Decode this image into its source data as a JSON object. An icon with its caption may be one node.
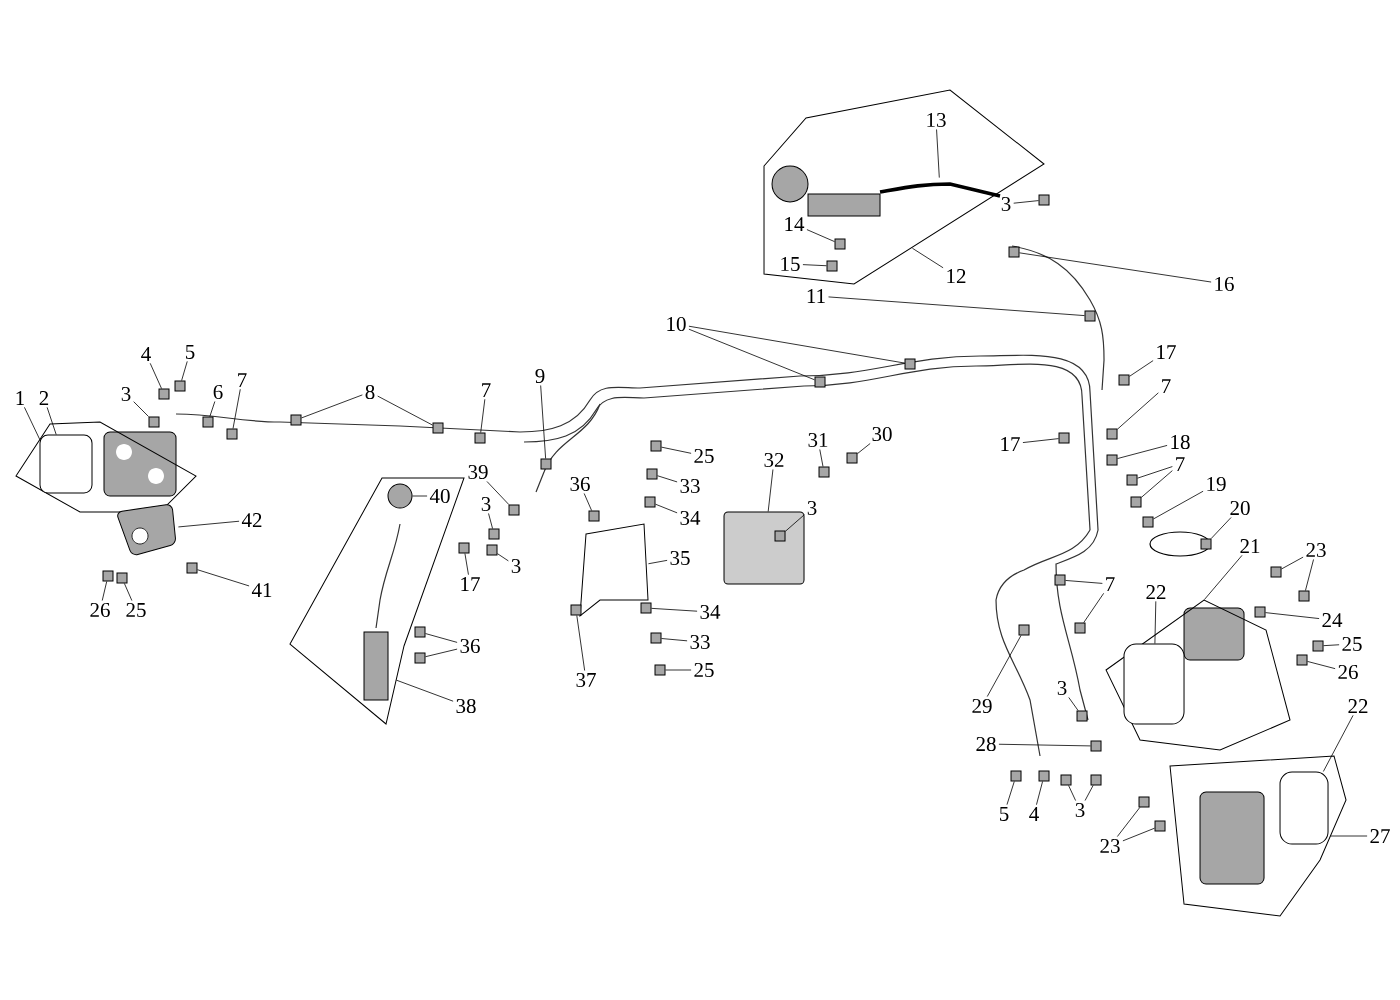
{
  "diagram": {
    "nodes": [
      {
        "text": [
          "1"
        ]
      },
      {
        "text": [
          "2"
        ]
      },
      {
        "text": [
          "3"
        ]
      },
      {
        "text": [
          "4"
        ]
      },
      {
        "text": [
          "5"
        ]
      },
      {
        "text": [
          "6"
        ]
      },
      {
        "text": [
          "7"
        ]
      },
      {
        "text": [
          "8"
        ]
      },
      {
        "text": [
          "7"
        ]
      },
      {
        "text": [
          "9"
        ]
      },
      {
        "text": [
          "10"
        ]
      },
      {
        "text": [
          "11"
        ]
      },
      {
        "text": [
          "12"
        ]
      },
      {
        "text": [
          "13"
        ],
        "in": 79
      },
      {
        "text": [
          "14"
        ],
        "in": 79
      },
      {
        "text": [
          "15"
        ],
        "in": 79
      },
      {
        "text": [
          "16"
        ]
      },
      {
        "text": [
          "3"
        ]
      },
      {
        "text": [
          "17"
        ]
      },
      {
        "text": [
          "7"
        ]
      },
      {
        "text": [
          "17"
        ]
      },
      {
        "text": [
          "18"
        ]
      },
      {
        "text": [
          "7"
        ]
      },
      {
        "text": [
          "19"
        ]
      },
      {
        "text": [
          "20"
        ]
      },
      {
        "text": [
          "21"
        ]
      },
      {
        "text": [
          "22"
        ]
      },
      {
        "text": [
          "23"
        ]
      },
      {
        "text": [
          "24"
        ]
      },
      {
        "text": [
          "25"
        ]
      },
      {
        "text": [
          "26"
        ]
      },
      {
        "text": [
          "22"
        ]
      },
      {
        "text": [
          "27"
        ]
      },
      {
        "text": [
          "23"
        ]
      },
      {
        "text": [
          "5"
        ]
      },
      {
        "text": [
          "4"
        ]
      },
      {
        "text": [
          "3"
        ]
      },
      {
        "text": [
          "28"
        ]
      },
      {
        "text": [
          "29"
        ]
      },
      {
        "text": [
          "3"
        ]
      },
      {
        "text": [
          "7"
        ]
      },
      {
        "text": [
          "30"
        ]
      },
      {
        "text": [
          "31"
        ]
      },
      {
        "text": [
          "32"
        ]
      },
      {
        "text": [
          "3"
        ]
      },
      {
        "text": [
          "25"
        ]
      },
      {
        "text": [
          "33"
        ]
      },
      {
        "text": [
          "34"
        ]
      },
      {
        "text": [
          "36"
        ]
      },
      {
        "text": [
          "35"
        ]
      },
      {
        "text": [
          "34"
        ]
      },
      {
        "text": [
          "33"
        ]
      },
      {
        "text": [
          "25"
        ]
      },
      {
        "text": [
          "37"
        ]
      },
      {
        "text": [
          "39"
        ]
      },
      {
        "text": [
          "3"
        ]
      },
      {
        "text": [
          "3"
        ]
      },
      {
        "text": [
          "17"
        ]
      },
      {
        "text": [
          "40"
        ],
        "in": 137
      },
      {
        "text": [
          "42"
        ]
      },
      {
        "text": [
          "41"
        ]
      },
      {
        "text": [
          "26"
        ]
      },
      {
        "text": [
          "25"
        ]
      },
      {
        "text": [
          "36"
        ]
      },
      {
        "text": [
          "38"
        ]
      },
      {
        "text": [],
        "shape": "polygon"
      },
      {
        "text": [],
        "shape": "box",
        "in": 65
      },
      {
        "text": [],
        "shape": "box"
      },
      {
        "text": [],
        "shape": "box"
      },
      {
        "text": [],
        "shape": "box"
      },
      {
        "text": [],
        "shape": "box"
      },
      {
        "text": [],
        "shape": "box"
      },
      {
        "text": [],
        "shape": "box"
      },
      {
        "text": [],
        "shape": "box"
      },
      {
        "text": [],
        "shape": "box"
      },
      {
        "text": [],
        "shape": "box"
      },
      {
        "text": [],
        "shape": "box"
      },
      {
        "text": [],
        "shape": "box"
      },
      {
        "text": [],
        "shape": "box"
      },
      {
        "text": [],
        "shape": "polygon"
      },
      {
        "text": [],
        "shape": "picture",
        "in": 79
      },
      {
        "text": [],
        "shape": "box",
        "in": 79
      },
      {
        "text": [],
        "shape": "box",
        "in": 79
      },
      {
        "text": [],
        "shape": "box"
      },
      {
        "text": [],
        "shape": "box"
      },
      {
        "text": [],
        "shape": "box"
      },
      {
        "text": [],
        "shape": "box"
      },
      {
        "text": [],
        "shape": "box"
      },
      {
        "text": [],
        "shape": "box"
      },
      {
        "text": [],
        "shape": "box"
      },
      {
        "text": [],
        "shape": "box"
      },
      {
        "text": [],
        "shape": "box"
      },
      {
        "text": [],
        "shape": "box"
      },
      {
        "text": [],
        "shape": "polygon"
      },
      {
        "text": [],
        "shape": "box",
        "in": 93
      },
      {
        "text": [],
        "shape": "box"
      },
      {
        "text": [],
        "shape": "box"
      },
      {
        "text": [],
        "shape": "box"
      },
      {
        "text": [],
        "shape": "box"
      },
      {
        "text": [],
        "shape": "box"
      },
      {
        "text": [],
        "shape": "box",
        "in": 101
      },
      {
        "text": [],
        "shape": "polygon"
      },
      {
        "text": [],
        "shape": "box"
      },
      {
        "text": [],
        "shape": "box"
      },
      {
        "text": [],
        "shape": "box"
      },
      {
        "text": [],
        "shape": "box"
      },
      {
        "text": [],
        "shape": "box"
      },
      {
        "text": [],
        "shape": "box"
      },
      {
        "text": [],
        "shape": "box"
      },
      {
        "text": [],
        "shape": "box"
      },
      {
        "text": [],
        "shape": "box"
      },
      {
        "text": [],
        "shape": "box"
      },
      {
        "text": [],
        "shape": "box"
      },
      {
        "text": [],
        "shape": "box"
      },
      {
        "text": [],
        "shape": "box"
      },
      {
        "text": [],
        "shape": "box"
      },
      {
        "text": [],
        "shape": "box",
        "in": 115
      },
      {
        "text": [],
        "shape": "box"
      },
      {
        "text": [],
        "shape": "box"
      },
      {
        "text": [],
        "shape": "box"
      },
      {
        "text": [],
        "shape": "box"
      },
      {
        "text": [],
        "shape": "picture"
      },
      {
        "text": [],
        "shape": "box"
      },
      {
        "text": [],
        "shape": "box"
      },
      {
        "text": [],
        "shape": "box"
      },
      {
        "text": [],
        "shape": "box"
      },
      {
        "text": [],
        "shape": "box"
      },
      {
        "text": [],
        "shape": "box"
      },
      {
        "text": [],
        "shape": "box"
      },
      {
        "text": [],
        "shape": "box"
      },
      {
        "text": [],
        "shape": "circle",
        "in": 137
      },
      {
        "text": [],
        "shape": "picture"
      },
      {
        "text": [],
        "shape": "box"
      },
      {
        "text": [],
        "shape": "box"
      },
      {
        "text": [],
        "shape": "box"
      },
      {
        "text": [],
        "shape": "box"
      },
      {
        "text": [],
        "shape": "box"
      },
      {
        "text": [],
        "shape": "polygon"
      }
    ],
    "edges": [
      {
        "from": 0,
        "to": 65,
        "arrow": "none"
      },
      {
        "from": 1,
        "to": 66,
        "arrow": "none"
      },
      {
        "from": 2,
        "to": 67,
        "arrow": "none"
      },
      {
        "from": 3,
        "to": 68,
        "arrow": "none"
      },
      {
        "from": 4,
        "to": 69,
        "arrow": "none"
      },
      {
        "from": 5,
        "to": 70,
        "arrow": "none"
      },
      {
        "from": 6,
        "to": 71,
        "arrow": "none"
      },
      {
        "from": 7,
        "to": 72,
        "arrow": "none"
      },
      {
        "from": 7,
        "to": 73,
        "arrow": "none"
      },
      {
        "from": 8,
        "to": 74,
        "arrow": "none"
      },
      {
        "from": 9,
        "to": 75,
        "arrow": "none"
      },
      {
        "from": 10,
        "to": 76,
        "arrow": "none"
      },
      {
        "from": 10,
        "to": 77,
        "arrow": "none"
      },
      {
        "from": 11,
        "to": 78,
        "arrow": "none"
      },
      {
        "from": 12,
        "to": 79,
        "arrow": "none"
      },
      {
        "from": 13,
        "to": 80,
        "arrow": "none"
      },
      {
        "from": 14,
        "to": 81,
        "arrow": "none"
      },
      {
        "from": 15,
        "to": 82,
        "arrow": "none"
      },
      {
        "from": 16,
        "to": 83,
        "arrow": "none"
      },
      {
        "from": 17,
        "to": 84,
        "arrow": "none"
      },
      {
        "from": 18,
        "to": 85,
        "arrow": "none"
      },
      {
        "from": 19,
        "to": 86,
        "arrow": "none"
      },
      {
        "from": 20,
        "to": 87,
        "arrow": "none"
      },
      {
        "from": 21,
        "to": 88,
        "arrow": "none"
      },
      {
        "from": 22,
        "to": 89,
        "arrow": "none"
      },
      {
        "from": 22,
        "to": 90,
        "arrow": "none"
      },
      {
        "from": 23,
        "to": 91,
        "arrow": "none"
      },
      {
        "from": 24,
        "to": 92,
        "arrow": "none"
      },
      {
        "from": 25,
        "to": 93,
        "arrow": "none"
      },
      {
        "from": 26,
        "to": 94,
        "arrow": "none"
      },
      {
        "from": 27,
        "to": 95,
        "arrow": "none"
      },
      {
        "from": 27,
        "to": 96,
        "arrow": "none"
      },
      {
        "from": 28,
        "to": 97,
        "arrow": "none"
      },
      {
        "from": 29,
        "to": 98,
        "arrow": "none"
      },
      {
        "from": 30,
        "to": 99,
        "arrow": "none"
      },
      {
        "from": 31,
        "to": 100,
        "arrow": "none"
      },
      {
        "from": 32,
        "to": 101,
        "arrow": "none"
      },
      {
        "from": 33,
        "to": 102,
        "arrow": "none"
      },
      {
        "from": 33,
        "to": 103,
        "arrow": "none"
      },
      {
        "from": 34,
        "to": 104,
        "arrow": "none"
      },
      {
        "from": 35,
        "to": 105,
        "arrow": "none"
      },
      {
        "from": 36,
        "to": 106,
        "arrow": "none"
      },
      {
        "from": 36,
        "to": 107,
        "arrow": "none"
      },
      {
        "from": 37,
        "to": 108,
        "arrow": "none"
      },
      {
        "from": 38,
        "to": 109,
        "arrow": "none"
      },
      {
        "from": 39,
        "to": 110,
        "arrow": "none"
      },
      {
        "from": 40,
        "to": 111,
        "arrow": "none"
      },
      {
        "from": 40,
        "to": 112,
        "arrow": "none"
      },
      {
        "from": 41,
        "to": 113,
        "arrow": "none"
      },
      {
        "from": 42,
        "to": 114,
        "arrow": "none"
      },
      {
        "from": 43,
        "to": 115,
        "arrow": "none"
      },
      {
        "from": 44,
        "to": 116,
        "arrow": "none"
      },
      {
        "from": 45,
        "to": 117,
        "arrow": "none"
      },
      {
        "from": 46,
        "to": 118,
        "arrow": "none"
      },
      {
        "from": 47,
        "to": 119,
        "arrow": "none"
      },
      {
        "from": 48,
        "to": 120,
        "arrow": "none"
      },
      {
        "from": 49,
        "to": 121,
        "arrow": "none"
      },
      {
        "from": 50,
        "to": 122,
        "arrow": "none"
      },
      {
        "from": 51,
        "to": 123,
        "arrow": "none"
      },
      {
        "from": 52,
        "to": 124,
        "arrow": "none"
      },
      {
        "from": 53,
        "to": 125,
        "arrow": "none"
      },
      {
        "from": 54,
        "to": 126,
        "arrow": "none"
      },
      {
        "from": 55,
        "to": 127,
        "arrow": "none"
      },
      {
        "from": 56,
        "to": 128,
        "arrow": "none"
      },
      {
        "from": 57,
        "to": 129,
        "arrow": "none"
      },
      {
        "from": 58,
        "to": 130,
        "arrow": "none"
      },
      {
        "from": 59,
        "to": 131,
        "arrow": "none"
      },
      {
        "from": 60,
        "to": 132,
        "arrow": "none"
      },
      {
        "from": 61,
        "to": 133,
        "arrow": "none"
      },
      {
        "from": 62,
        "to": 134,
        "arrow": "none"
      },
      {
        "from": 63,
        "to": 135,
        "arrow": "none"
      },
      {
        "from": 63,
        "to": 136,
        "arrow": "none"
      },
      {
        "from": 64,
        "to": 137,
        "arrow": "none"
      }
    ]
  }
}
